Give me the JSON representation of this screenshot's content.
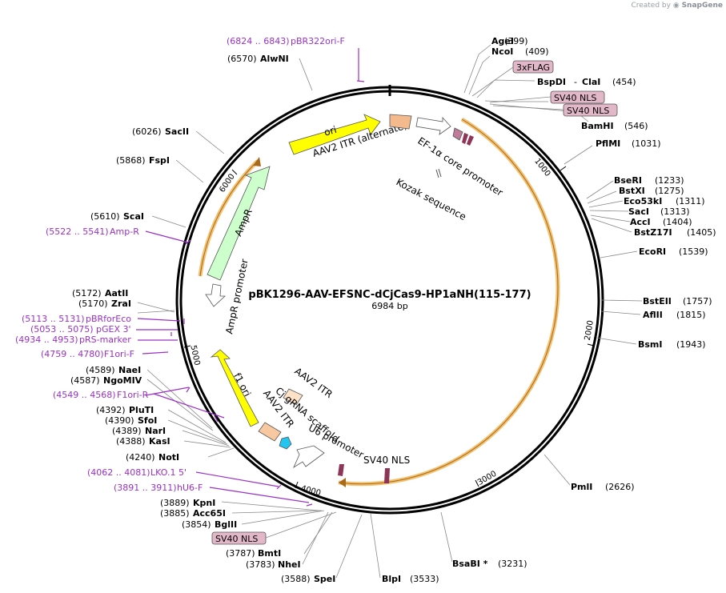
{
  "credit": {
    "prefix": "Created by",
    "brand": "SnapGene"
  },
  "title": "pBK1296-AAV-EFSNC-dCjCas9-HP1aNH(115-177)",
  "size": "6984 bp",
  "ticks": [
    "1000",
    "2000",
    "3000",
    "4000",
    "5000",
    "6000"
  ],
  "enzymes": [
    {
      "name": "AgeI",
      "pos": "(399)"
    },
    {
      "name": "NcoI",
      "pos": "(409)"
    },
    {
      "name": "BspDI",
      "sep": "-",
      "name2": "ClaI",
      "pos": "(454)"
    },
    {
      "name": "BamHI",
      "pos": "(546)"
    },
    {
      "name": "PflMI",
      "pos": "(1031)"
    },
    {
      "name": "BseRI",
      "pos": "(1233)"
    },
    {
      "name": "BstXI",
      "pos": "(1275)"
    },
    {
      "name": "Eco53kI",
      "pos": "(1311)"
    },
    {
      "name": "SacI",
      "pos": "(1313)"
    },
    {
      "name": "AccI",
      "pos": "(1404)"
    },
    {
      "name": "BstZ17I",
      "pos": "(1405)"
    },
    {
      "name": "EcoRI",
      "pos": "(1539)"
    },
    {
      "name": "BstEII",
      "pos": "(1757)"
    },
    {
      "name": "AflII",
      "pos": "(1815)"
    },
    {
      "name": "BsmI",
      "pos": "(1943)"
    },
    {
      "name": "PmlI",
      "pos": "(2626)"
    },
    {
      "name": "BsaBI *",
      "pos": "(3231)"
    },
    {
      "name": "BlpI",
      "pos": "(3533)"
    },
    {
      "name": "SpeI",
      "pos": "(3588)"
    },
    {
      "name": "NheI",
      "pos": "(3783)"
    },
    {
      "name": "BmtI",
      "pos": "(3787)"
    },
    {
      "name": "BglII",
      "pos": "(3854)"
    },
    {
      "name": "Acc65I",
      "pos": "(3885)"
    },
    {
      "name": "KpnI",
      "pos": "(3889)"
    },
    {
      "name": "NotI",
      "pos": "(4240)"
    },
    {
      "name": "KasI",
      "pos": "(4388)"
    },
    {
      "name": "NarI",
      "pos": "(4389)"
    },
    {
      "name": "SfoI",
      "pos": "(4390)"
    },
    {
      "name": "PluTI",
      "pos": "(4392)"
    },
    {
      "name": "NgoMIV",
      "pos": "(4587)"
    },
    {
      "name": "NaeI",
      "pos": "(4589)"
    },
    {
      "name": "ZraI",
      "pos": "(5170)"
    },
    {
      "name": "AatII",
      "pos": "(5172)"
    },
    {
      "name": "ScaI",
      "pos": "(5610)"
    },
    {
      "name": "FspI",
      "pos": "(5868)"
    },
    {
      "name": "SacII",
      "pos": "(6026)"
    },
    {
      "name": "AlwNI",
      "pos": "(6570)"
    }
  ],
  "primers": [
    {
      "range": "(6824 .. 6843)",
      "name": "pBR322ori-F"
    },
    {
      "range": "(5522 .. 5541)",
      "name": "Amp-R"
    },
    {
      "range": "(5113 .. 5131)",
      "name": "pBRforEco"
    },
    {
      "range": "(5053 .. 5075)",
      "name": "pGEX 3'"
    },
    {
      "range": "(4934 .. 4953)",
      "name": "pRS-marker"
    },
    {
      "range": "(4759 .. 4780)",
      "name": "F1ori-F"
    },
    {
      "range": "(4549 .. 4568)",
      "name": "F1ori-R"
    },
    {
      "range": "(4062 .. 4081)",
      "name": "LKO.1 5'"
    },
    {
      "range": "(3891 .. 3911)",
      "name": "hU6-F"
    }
  ],
  "boxed_labels": [
    "3xFLAG",
    "SV40 NLS",
    "SV40 NLS",
    "SV40 NLS"
  ],
  "features": {
    "ori": "ori",
    "aav2_itr_alt": "AAV2 ITR (alternate)",
    "ef1a": "EF-1α core promoter",
    "kozak": "Kozak sequence",
    "ampr": "AmpR",
    "ampr_promoter": "AmpR promoter",
    "f1ori": "f1 ori",
    "aav2_itr_1": "AAV2 ITR",
    "aav2_itr_2": "AAV2 ITR",
    "gRNA": "Cj gRNA scaffold",
    "u6": "U6 promoter",
    "sv40nls": "SV40 NLS"
  },
  "colors": {
    "ori": "#ffff00",
    "ampr": "#ccffcc",
    "itr": "#f8c8a0",
    "itr_alt": "#f4b98c",
    "nls": "#e2b7c8",
    "nls_dark": "#8e3457",
    "orf_band": "#f3c070",
    "primer": "#9b30c8",
    "u6": "#22c4f0"
  }
}
